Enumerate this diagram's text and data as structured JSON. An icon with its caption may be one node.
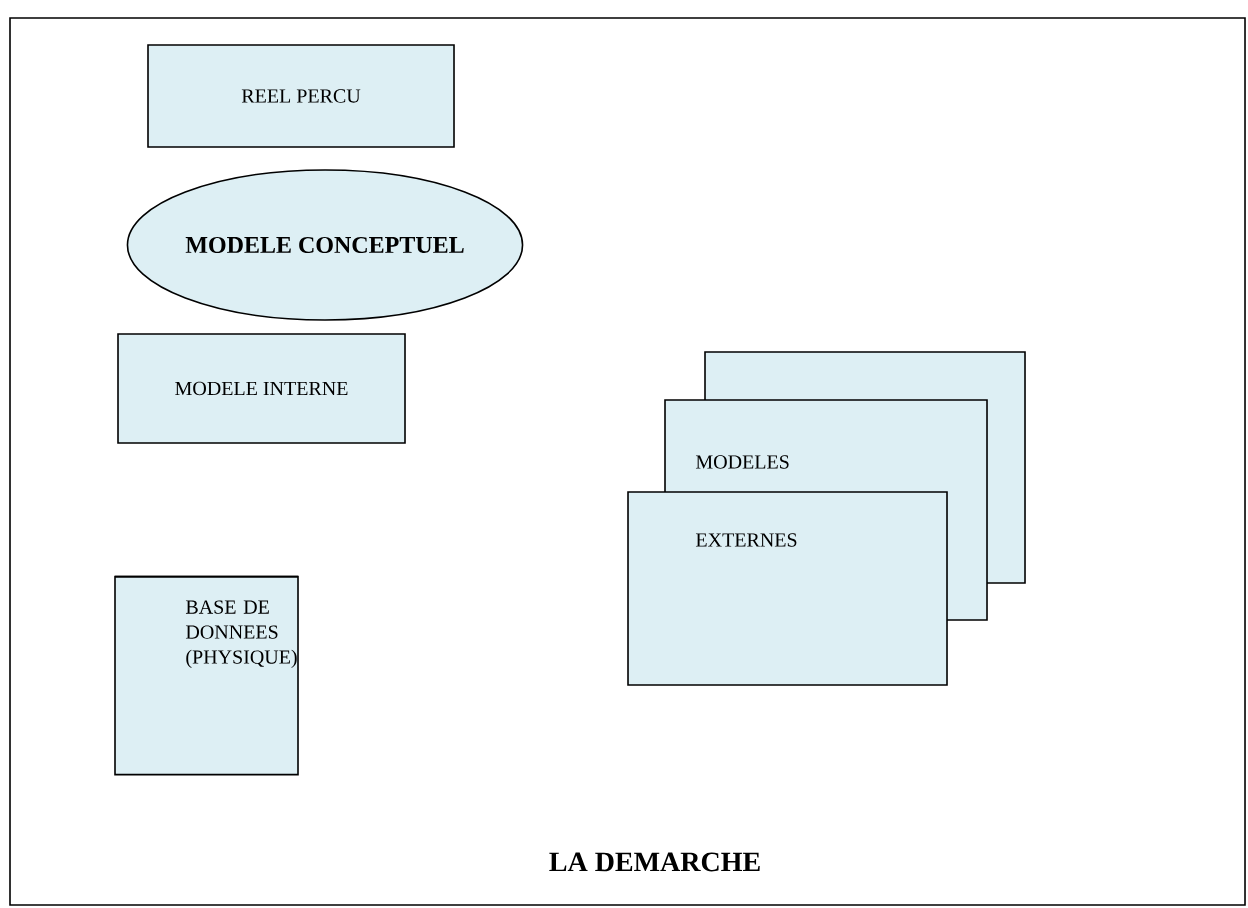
{
  "diagram": {
    "caption": "LA DEMARCHE",
    "nodes": [
      {
        "text": [
          "REEL PERCU"
        ]
      },
      {
        "text": [
          "MODELE CONCEPTUEL"
        ]
      },
      {
        "text": [
          "MODELE INTERNE"
        ]
      },
      {
        "text": [
          "BASE DE DONNEES (PHYSIQUE)"
        ]
      },
      {
        "text": [],
        "shape": "box"
      },
      {
        "text": [
          "MODELES"
        ]
      },
      {
        "text": [
          "EXTERNES"
        ]
      }
    ]
  }
}
